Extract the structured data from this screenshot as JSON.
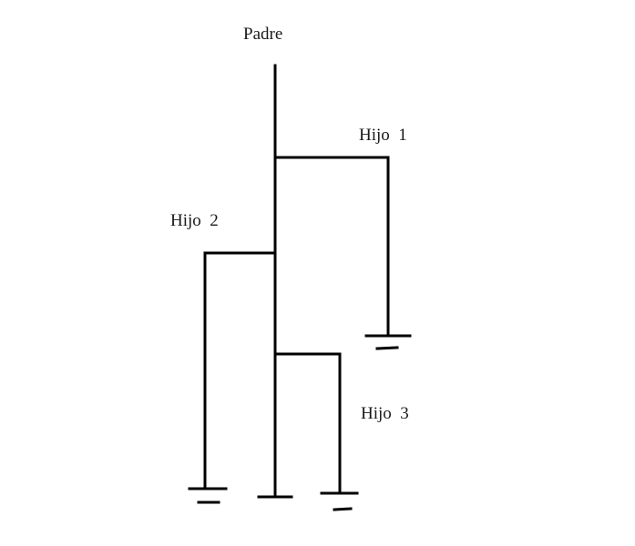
{
  "diagram": {
    "padre_label": "Padre",
    "hijo1_label": "Hijo  1",
    "hijo2_label": "Hijo  2",
    "hijo3_label": "Hijo  3"
  }
}
